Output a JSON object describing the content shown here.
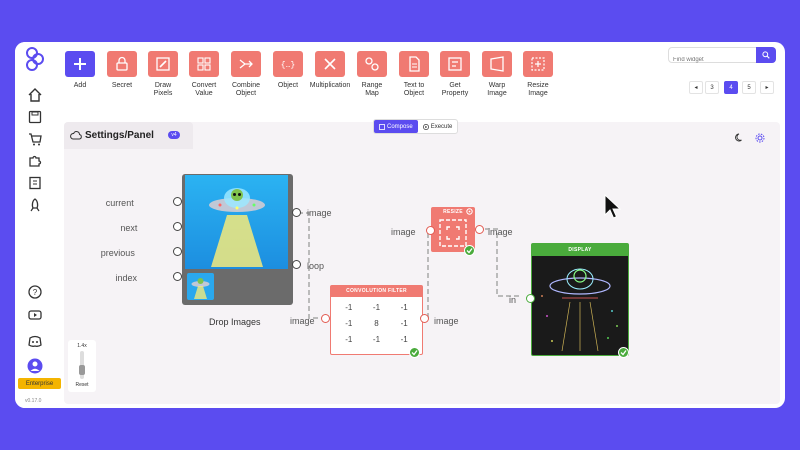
{
  "toolbar": {
    "items": [
      {
        "label": "Add",
        "icon": "plus-icon"
      },
      {
        "label": "Secret",
        "icon": "lock-icon"
      },
      {
        "label": "Draw\nPixels",
        "icon": "edit-icon"
      },
      {
        "label": "Convert\nValue",
        "icon": "grid-icon"
      },
      {
        "label": "Combine\nObject",
        "icon": "merge-icon"
      },
      {
        "label": "Object",
        "icon": "braces-icon"
      },
      {
        "label": "Multiplication",
        "icon": "multiply-icon"
      },
      {
        "label": "Range\nMap",
        "icon": "range-icon"
      },
      {
        "label": "Text to\nObject",
        "icon": "file-icon"
      },
      {
        "label": "Get\nProperty",
        "icon": "property-icon"
      },
      {
        "label": "Warp\nImage",
        "icon": "warp-icon"
      },
      {
        "label": "Resize\nImage",
        "icon": "resize-icon"
      }
    ]
  },
  "search": {
    "placeholder": "Find widget"
  },
  "pagination": {
    "prev": "◂",
    "pages": [
      "3",
      "4",
      "5"
    ],
    "active": "4",
    "next": "▸"
  },
  "panel": {
    "title": "Settings/Panel",
    "badge": "v4"
  },
  "modes": {
    "compose": "Compose",
    "execute": "Execute"
  },
  "nodes": {
    "drop_images": {
      "title": "Drop Images",
      "inputs": [
        "current",
        "next",
        "previous",
        "index"
      ],
      "outputs": [
        "image",
        "loop"
      ]
    },
    "convolution": {
      "title": "CONVOLUTION FILTER",
      "input": "image",
      "output": "image",
      "matrix": [
        "-1",
        "-1",
        "-1",
        "-1",
        "8",
        "-1",
        "-1",
        "-1",
        "-1"
      ]
    },
    "resize": {
      "title": "RESIZE",
      "input": "image",
      "output": "image"
    },
    "display": {
      "title": "DISPLAY",
      "input": "in"
    }
  },
  "zoom": {
    "level": "1.4x",
    "reset": "Reset"
  },
  "plan_badge": "Enterprise",
  "version": "v0.17.0",
  "colors": {
    "accent": "#5b4cf0",
    "node_red": "#f07a72",
    "success": "#4aab3c"
  }
}
